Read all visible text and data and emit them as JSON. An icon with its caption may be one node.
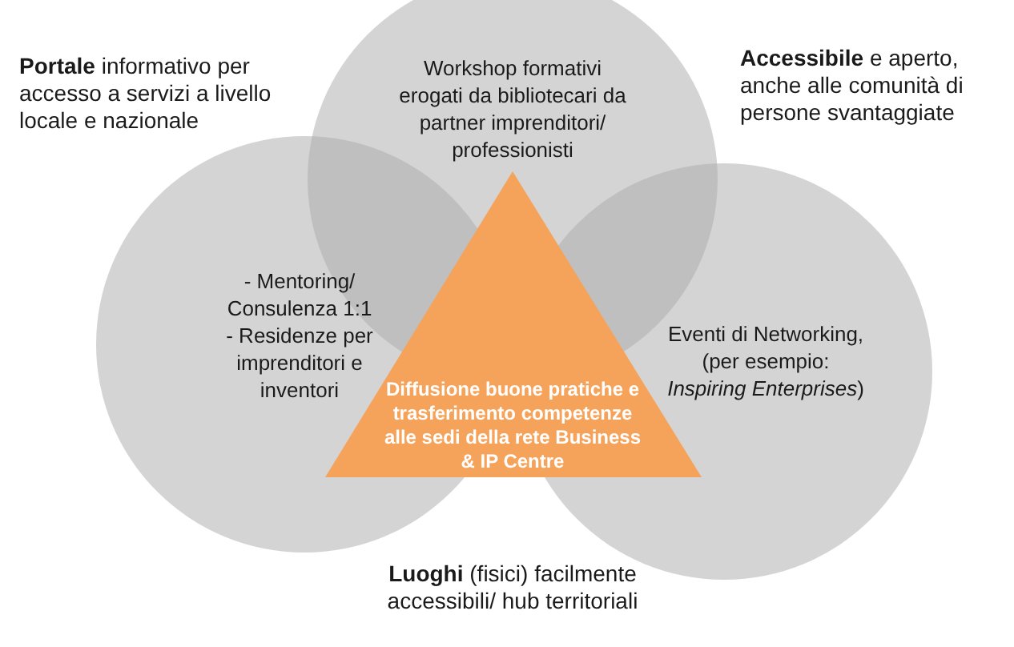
{
  "diagram": {
    "nodes": [
      {
        "text": [
          "Workshop formativi erogati da bibliotecari da partner imprenditori/ professionisti"
        ]
      },
      {
        "text": [
          "- Mentoring/ Consulenza 1:1 - Residenze per imprenditori e inventori"
        ]
      },
      {
        "text": [
          "Eventi di Networking, (per esempio: *Inspiring Enterprises*)"
        ]
      },
      {
        "text": [
          "Diffusione buone pratiche e trasferimento competenze alle sedi della rete Business & IP Centre"
        ]
      }
    ],
    "labels": [
      "**Portale** informativo per accesso a servizi a livello locale e nazionale",
      "**Accessibile** e aperto, anche alle comunità di persone svantaggiate",
      "**Luoghi** (fisici) facilmente accessibili/ hub territoriali"
    ]
  }
}
